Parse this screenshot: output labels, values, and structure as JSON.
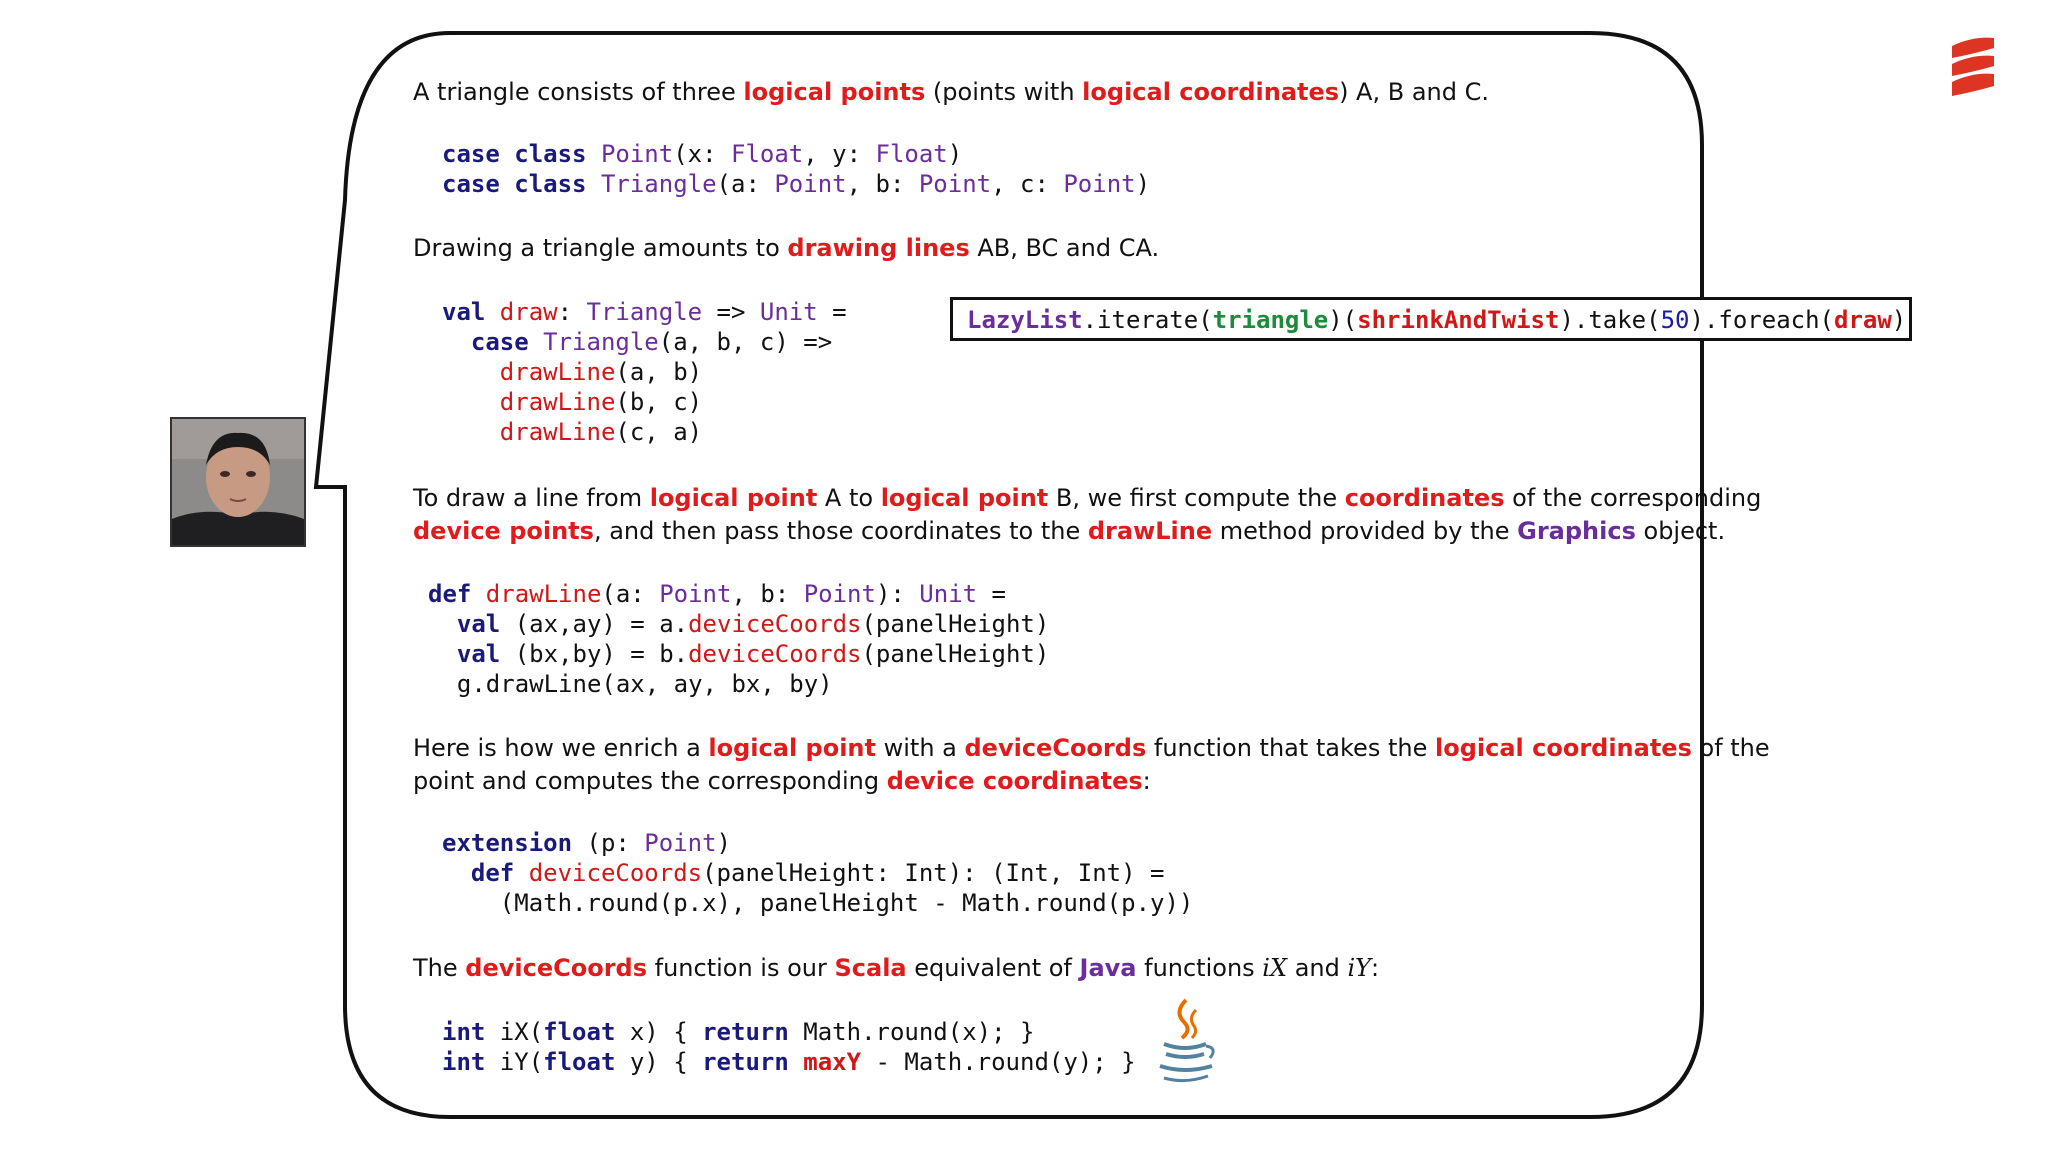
{
  "slide": {
    "p1": [
      "A triangle consists of three ",
      "logical points",
      " (points with ",
      "logical coordinates",
      ") A, B and C."
    ],
    "code1": [
      [
        "case class ",
        "Point",
        "(x: ",
        "Float",
        ", y: ",
        "Float",
        ")"
      ],
      [
        "case class ",
        "Triangle",
        "(a: ",
        "Point",
        ", b: ",
        "Point",
        ", c: ",
        "Point",
        ")"
      ]
    ],
    "p2": [
      "Drawing a triangle amounts to ",
      "drawing lines",
      " AB, BC and CA."
    ],
    "code2": {
      "l1": [
        "val ",
        "draw",
        ": ",
        "Triangle",
        " => ",
        "Unit",
        " ="
      ],
      "l2": [
        "case ",
        "Triangle",
        "(a, b, c) =>"
      ],
      "l3": [
        "drawLine",
        "(a, b)"
      ],
      "l4": [
        "drawLine",
        "(b, c)"
      ],
      "l5": [
        "drawLine",
        "(c, a)"
      ]
    },
    "lazylist": [
      "LazyList",
      ".iterate(",
      "triangle",
      ")(",
      "shrinkAndTwist",
      ").take(",
      "50",
      ").foreach(",
      "draw",
      ")"
    ],
    "p3": {
      "l1": [
        "To draw a line from ",
        "logical point",
        " A to ",
        "logical point",
        " B, we first compute the ",
        "coordinates",
        " of the corresponding"
      ],
      "l2": [
        "device points",
        ", and then pass those coordinates to the ",
        "drawLine",
        " method provided by the ",
        "Graphics",
        " object."
      ]
    },
    "code3": {
      "l1": [
        "def ",
        "drawLine",
        "(a: ",
        "Point",
        ", b: ",
        "Point",
        "): ",
        "Unit",
        " ="
      ],
      "l2": [
        "val ",
        "(ax,ay) = a.",
        "deviceCoords",
        "(panelHeight)"
      ],
      "l3": [
        "val ",
        "(bx,by) = b.",
        "deviceCoords",
        "(panelHeight)"
      ],
      "l4": [
        "g.drawLine(ax, ay, bx, by)"
      ]
    },
    "p4": {
      "l1": [
        "Here is how we enrich a ",
        "logical point",
        " with a ",
        "deviceCoords",
        " function that takes the ",
        "logical coordinates",
        " of the"
      ],
      "l2": [
        "point and computes the corresponding ",
        "device coordinates",
        ":"
      ]
    },
    "code4": {
      "l1": [
        "extension ",
        "(p: ",
        "Point",
        ")"
      ],
      "l2": [
        "def ",
        "deviceCoords",
        "(panelHeight: Int): (Int, Int) ="
      ],
      "l3": [
        "(Math.round(p.x), panelHeight - Math.round(p.y))"
      ]
    },
    "p5": [
      "The ",
      "deviceCoords",
      " function is our ",
      "Scala",
      " equivalent of ",
      "Java",
      " functions ",
      "iX",
      " and ",
      "iY",
      ":"
    ],
    "code5": {
      "l1": [
        "int ",
        "iX(",
        "float ",
        "x) { ",
        "return ",
        "Math.round(x); }"
      ],
      "l2": [
        "int ",
        "iY(",
        "float ",
        "y) { ",
        "return ",
        "maxY",
        " - Math.round(y); }"
      ]
    }
  },
  "icons": {
    "logo": "scala-logo-icon",
    "java": "java-cup-icon",
    "avatar": "presenter-photo"
  },
  "colors": {
    "red": "#e11b1b",
    "purple": "#6a2d9c",
    "keyword": "#1a1a7a",
    "green": "#1a8c3a",
    "number": "#1a1ab0"
  }
}
